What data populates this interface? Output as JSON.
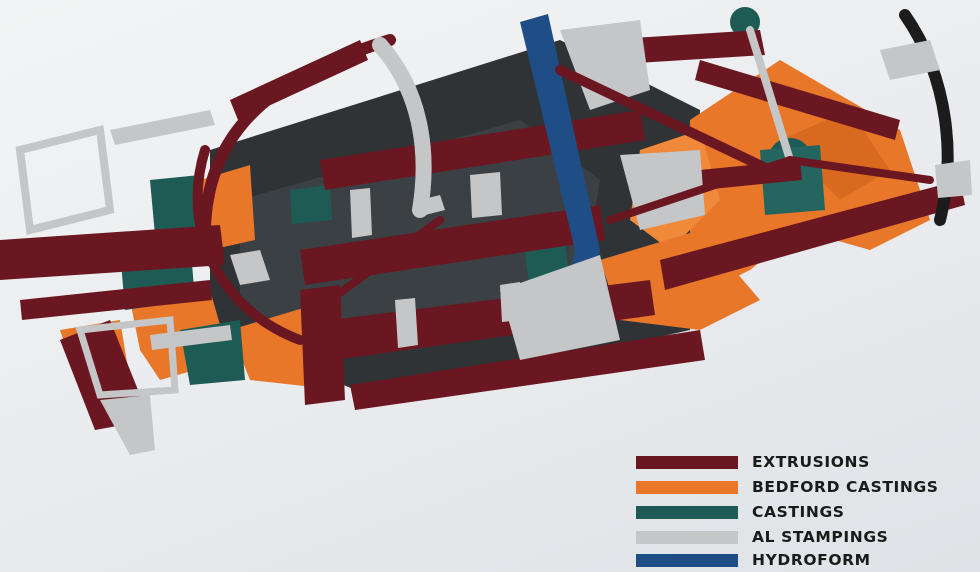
{
  "legend": {
    "items": [
      {
        "label": "EXTRUSIONS",
        "color": "#6b1721"
      },
      {
        "label": "BEDFORD CASTINGS",
        "color": "#e8772a"
      },
      {
        "label": "CASTINGS",
        "color": "#1e5b55"
      },
      {
        "label": "AL STAMPINGS",
        "color": "#c4c6c8"
      },
      {
        "label": "HYDROFORM",
        "color": "#1f4e86"
      }
    ]
  },
  "frame": {
    "colors": {
      "extrusion": "#6b1721",
      "bedford_casting": "#e8772a",
      "casting": "#1e5b55",
      "stamping": "#c4c6c8",
      "hydroform": "#1f4e86",
      "dark": "#2a2d30"
    }
  }
}
